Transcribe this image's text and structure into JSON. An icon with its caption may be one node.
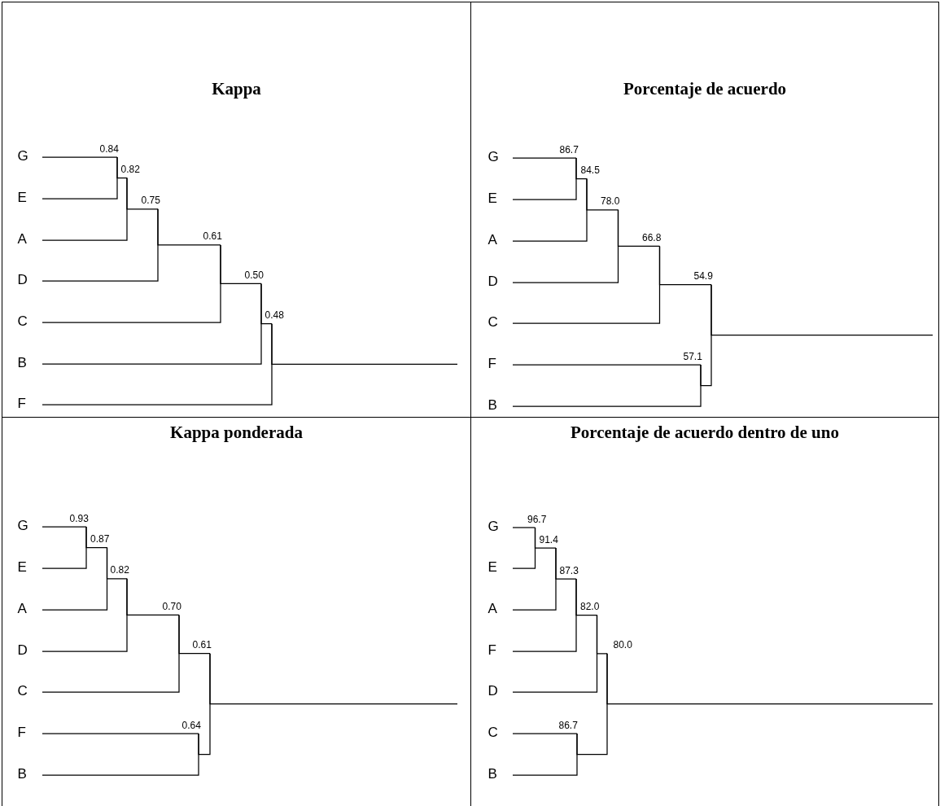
{
  "diagram": {
    "nodes": [
      {
        "text": [
          "Kappa"
        ]
      },
      {
        "text": [
          "G"
        ],
        "in": 0
      },
      {
        "text": [
          "E"
        ],
        "in": 0
      },
      {
        "text": [
          "A"
        ],
        "in": 0
      },
      {
        "text": [
          "D"
        ],
        "in": 0
      },
      {
        "text": [
          "C"
        ],
        "in": 0
      },
      {
        "text": [
          "B"
        ],
        "in": 0
      },
      {
        "text": [
          "F"
        ],
        "in": 0
      },
      {
        "text": [
          "0.84"
        ],
        "in": 0
      },
      {
        "text": [
          "0.82"
        ],
        "in": 0
      },
      {
        "text": [
          "0.75"
        ],
        "in": 0
      },
      {
        "text": [
          "0.61"
        ],
        "in": 0
      },
      {
        "text": [
          "0.50"
        ],
        "in": 0
      },
      {
        "text": [
          "0.48"
        ],
        "in": 0
      },
      {
        "text": [
          "Porcentaje de acuerdo"
        ]
      },
      {
        "text": [
          "G"
        ],
        "in": 14
      },
      {
        "text": [
          "E"
        ],
        "in": 14
      },
      {
        "text": [
          "A"
        ],
        "in": 14
      },
      {
        "text": [
          "D"
        ],
        "in": 14
      },
      {
        "text": [
          "C"
        ],
        "in": 14
      },
      {
        "text": [
          "F"
        ],
        "in": 14
      },
      {
        "text": [
          "B"
        ],
        "in": 14
      },
      {
        "text": [
          "86.7"
        ],
        "in": 14
      },
      {
        "text": [
          "84.5"
        ],
        "in": 14
      },
      {
        "text": [
          "78.0"
        ],
        "in": 14
      },
      {
        "text": [
          "66.8"
        ],
        "in": 14
      },
      {
        "text": [
          "54.9"
        ],
        "in": 14
      },
      {
        "text": [
          "57.1"
        ],
        "in": 14
      },
      {
        "text": [
          "Kappa ponderada"
        ]
      },
      {
        "text": [
          "G"
        ],
        "in": 28
      },
      {
        "text": [
          "E"
        ],
        "in": 28
      },
      {
        "text": [
          "A"
        ],
        "in": 28
      },
      {
        "text": [
          "D"
        ],
        "in": 28
      },
      {
        "text": [
          "C"
        ],
        "in": 28
      },
      {
        "text": [
          "F"
        ],
        "in": 28
      },
      {
        "text": [
          "B"
        ],
        "in": 28
      },
      {
        "text": [
          "0.93"
        ],
        "in": 28
      },
      {
        "text": [
          "0.87"
        ],
        "in": 28
      },
      {
        "text": [
          "0.82"
        ],
        "in": 28
      },
      {
        "text": [
          "0.70"
        ],
        "in": 28
      },
      {
        "text": [
          "0.61"
        ],
        "in": 28
      },
      {
        "text": [
          "0.64"
        ],
        "in": 28
      },
      {
        "text": [
          "Porcentaje de acuerdo dentro de uno"
        ]
      },
      {
        "text": [
          "G"
        ],
        "in": 42
      },
      {
        "text": [
          "E"
        ],
        "in": 42
      },
      {
        "text": [
          "A"
        ],
        "in": 42
      },
      {
        "text": [
          "F"
        ],
        "in": 42
      },
      {
        "text": [
          "D"
        ],
        "in": 42
      },
      {
        "text": [
          "C"
        ],
        "in": 42
      },
      {
        "text": [
          "B"
        ],
        "in": 42
      },
      {
        "text": [
          "96.7"
        ],
        "in": 42
      },
      {
        "text": [
          "91.4"
        ],
        "in": 42
      },
      {
        "text": [
          "87.3"
        ],
        "in": 42
      },
      {
        "text": [
          "82.0"
        ],
        "in": 42
      },
      {
        "text": [
          "80.0"
        ],
        "in": 42
      },
      {
        "text": [
          "86.7"
        ],
        "in": 42
      }
    ],
    "edges": [
      {
        "from": 1,
        "to": 8,
        "arrow": "none"
      },
      {
        "from": 2,
        "to": 8,
        "arrow": "none"
      },
      {
        "from": 8,
        "to": 9,
        "arrow": "none"
      },
      {
        "from": 3,
        "to": 9,
        "arrow": "none"
      },
      {
        "from": 9,
        "to": 10,
        "arrow": "none"
      },
      {
        "from": 4,
        "to": 10,
        "arrow": "none"
      },
      {
        "from": 10,
        "to": 11,
        "arrow": "none"
      },
      {
        "from": 5,
        "to": 11,
        "arrow": "none"
      },
      {
        "from": 11,
        "to": 12,
        "arrow": "none"
      },
      {
        "from": 6,
        "to": 12,
        "arrow": "none"
      },
      {
        "from": 12,
        "to": 13,
        "arrow": "none"
      },
      {
        "from": 7,
        "to": 13,
        "arrow": "none"
      },
      {
        "from": 13,
        "to": null,
        "arrow": "none"
      },
      {
        "from": 15,
        "to": 22,
        "arrow": "none"
      },
      {
        "from": 16,
        "to": 22,
        "arrow": "none"
      },
      {
        "from": 22,
        "to": 23,
        "arrow": "none"
      },
      {
        "from": 17,
        "to": 23,
        "arrow": "none"
      },
      {
        "from": 23,
        "to": 24,
        "arrow": "none"
      },
      {
        "from": 18,
        "to": 24,
        "arrow": "none"
      },
      {
        "from": 24,
        "to": 25,
        "arrow": "none"
      },
      {
        "from": 19,
        "to": 25,
        "arrow": "none"
      },
      {
        "from": 20,
        "to": 27,
        "arrow": "none"
      },
      {
        "from": 21,
        "to": 27,
        "arrow": "none"
      },
      {
        "from": 25,
        "to": 26,
        "arrow": "none"
      },
      {
        "from": 27,
        "to": 26,
        "arrow": "none"
      },
      {
        "from": 26,
        "to": null,
        "arrow": "none"
      },
      {
        "from": 29,
        "to": 36,
        "arrow": "none"
      },
      {
        "from": 30,
        "to": 36,
        "arrow": "none"
      },
      {
        "from": 36,
        "to": 37,
        "arrow": "none"
      },
      {
        "from": 31,
        "to": 37,
        "arrow": "none"
      },
      {
        "from": 37,
        "to": 38,
        "arrow": "none"
      },
      {
        "from": 32,
        "to": 38,
        "arrow": "none"
      },
      {
        "from": 38,
        "to": 39,
        "arrow": "none"
      },
      {
        "from": 33,
        "to": 39,
        "arrow": "none"
      },
      {
        "from": 34,
        "to": 41,
        "arrow": "none"
      },
      {
        "from": 35,
        "to": 41,
        "arrow": "none"
      },
      {
        "from": 39,
        "to": 40,
        "arrow": "none"
      },
      {
        "from": 41,
        "to": 40,
        "arrow": "none"
      },
      {
        "from": 40,
        "to": null,
        "arrow": "none"
      },
      {
        "from": 43,
        "to": 50,
        "arrow": "none"
      },
      {
        "from": 44,
        "to": 50,
        "arrow": "none"
      },
      {
        "from": 50,
        "to": 51,
        "arrow": "none"
      },
      {
        "from": 45,
        "to": 51,
        "arrow": "none"
      },
      {
        "from": 51,
        "to": 52,
        "arrow": "none"
      },
      {
        "from": 46,
        "to": 52,
        "arrow": "none"
      },
      {
        "from": 52,
        "to": 53,
        "arrow": "none"
      },
      {
        "from": 47,
        "to": 53,
        "arrow": "none"
      },
      {
        "from": 48,
        "to": 55,
        "arrow": "none"
      },
      {
        "from": 49,
        "to": 55,
        "arrow": "none"
      },
      {
        "from": 53,
        "to": 54,
        "arrow": "none"
      },
      {
        "from": 55,
        "to": 54,
        "arrow": "none"
      },
      {
        "from": 54,
        "to": null,
        "arrow": "none"
      }
    ]
  }
}
